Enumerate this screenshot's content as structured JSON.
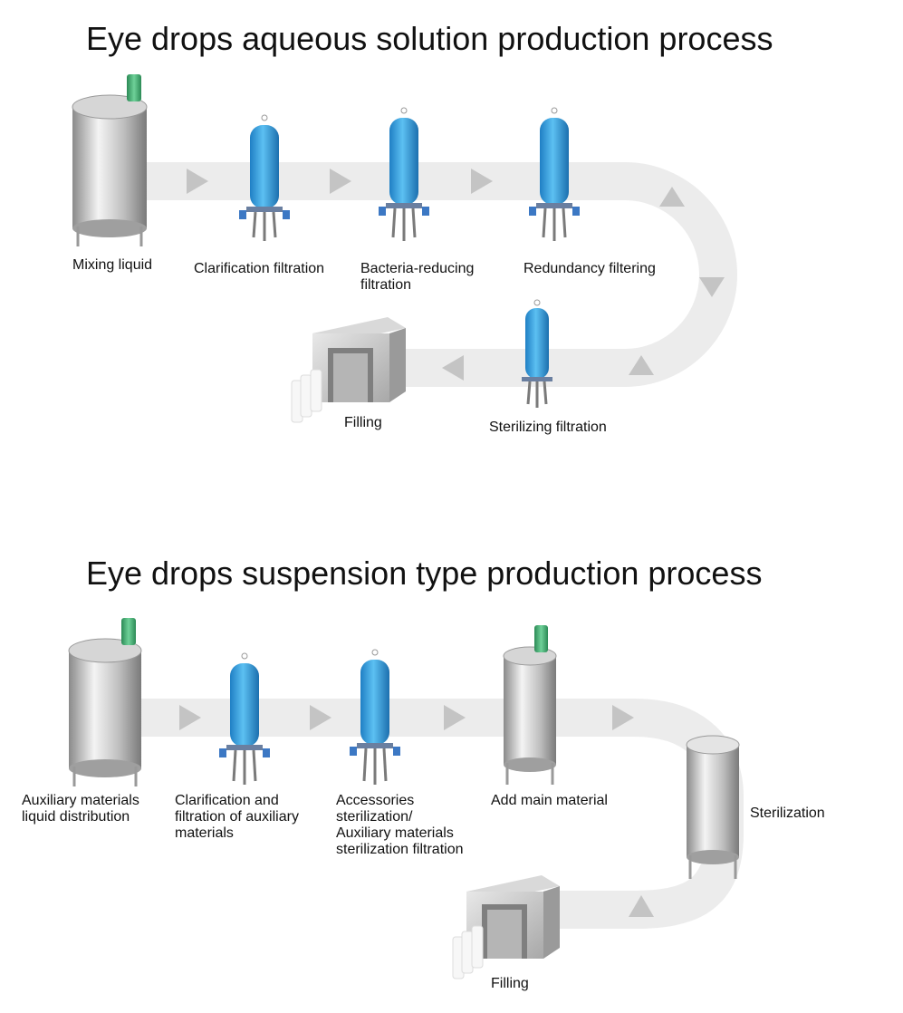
{
  "diagram_aqueous": {
    "title": "Eye drops aqueous solution production process",
    "steps": {
      "mixing": "Mixing liquid",
      "clarification": "Clarification filtration",
      "bacteria": "Bacteria-reducing\nfiltration",
      "redundancy": "Redundancy filtering",
      "sterilizing": "Sterilizing filtration",
      "filling": "Filling"
    }
  },
  "diagram_suspension": {
    "title": "Eye drops suspension type production process",
    "steps": {
      "auxiliary": "Auxiliary materials\nliquid distribution",
      "clarification": "Clarification and\nfiltration of auxiliary\nmaterials",
      "accessories": "Accessories\nsterilization/\nAuxiliary materials\nsterilization filtration",
      "add_main": "Add main material",
      "sterilization": "Sterilization",
      "filling": "Filling"
    }
  },
  "colors": {
    "filter_blue": "#2f9ad8",
    "tank_gray": "#bfbfbf",
    "pipe_gray": "#ececec",
    "arrow_gray": "#c4c4c4",
    "valve_green": "#3aa36a"
  }
}
